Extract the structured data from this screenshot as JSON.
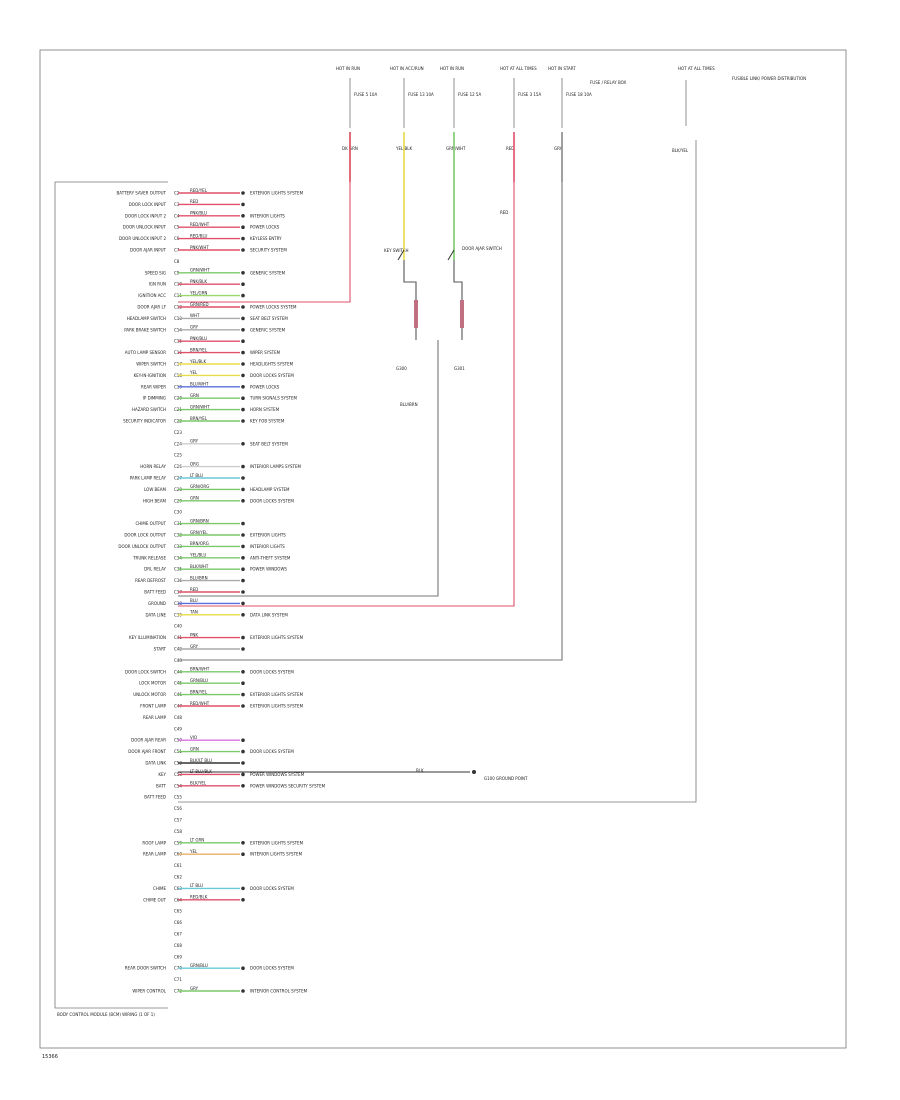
{
  "diagram": {
    "module_caption": "BODY CONTROL MODULE (BCM) WIRING (1 OF 1)",
    "footer_code": "15366",
    "battery_caption": "HOT AT ALL TIMES",
    "battery_fuse_note": "FUSIBLE LINK/ POWER DISTRIBUTION",
    "battery_wire": "BLK/YEL",
    "fuse_headers": [
      {
        "label": "HOT IN RUN",
        "fuse": "FUSE 5 10A",
        "wire_color": "DK GRN",
        "wire_hex": "#d84a5a"
      },
      {
        "label": "HOT IN ACC/RUN",
        "fuse": "FUSE 13 10A",
        "wire_color": "YEL/BLK",
        "wire_hex": "#e8dc4a"
      },
      {
        "label": "HOT IN RUN",
        "fuse": "FUSE 12 5A",
        "wire_color": "GRN/WHT",
        "wire_hex": "#7ac86a"
      },
      {
        "label": "HOT AT ALL TIMES",
        "fuse": "FUSE 3 15A",
        "wire_color": "RED",
        "wire_hex": "#e0506a"
      },
      {
        "label": "HOT IN START",
        "fuse": "FUSE 18 10A",
        "wire_color": "GRY",
        "wire_hex": "#888888"
      }
    ],
    "fuse_note": "FUSE / RELAY BOX",
    "switch_labels": [
      "KEY SWITCH",
      "DOOR AJAR SWITCH"
    ],
    "ground_labels": [
      "G300",
      "G301"
    ],
    "mid_wire": "BLU/BRN",
    "mid_wire_right": "RED",
    "bus_label": "BLK",
    "ground_node": "G100 GROUND POINT",
    "rows": [
      {
        "pin": "C2",
        "label": "BATTERY SAVER OUTPUT",
        "wire": "RED/YEL",
        "hex": "#e0506a",
        "system": "EXTERIOR LIGHTS SYSTEM"
      },
      {
        "pin": "C3",
        "label": "DOOR LOCK INPUT",
        "wire": "RED",
        "hex": "#e0506a",
        "system": ""
      },
      {
        "pin": "C4",
        "label": "DOOR LOCK INPUT 2",
        "wire": "PNK/BLU",
        "hex": "#e0506a",
        "system": "INTERIOR LIGHTS"
      },
      {
        "pin": "C5",
        "label": "DOOR UNLOCK INPUT",
        "wire": "RED/WHT",
        "hex": "#e0506a",
        "system": "POWER LOCKS"
      },
      {
        "pin": "C6",
        "label": "DOOR UNLOCK INPUT 2",
        "wire": "RED/BLU",
        "hex": "#e0506a",
        "system": "KEYLESS ENTRY"
      },
      {
        "pin": "C7",
        "label": "DOOR AJAR INPUT",
        "wire": "PNK/WHT",
        "hex": "#e0506a",
        "system": "SECURITY SYSTEM"
      },
      {
        "pin": "C8",
        "label": "",
        "wire": "",
        "hex": "",
        "system": ""
      },
      {
        "pin": "C9",
        "label": "SPEED SIG",
        "wire": "GRN/WHT",
        "hex": "#7ac86a",
        "system": "GENERIC SYSTEM"
      },
      {
        "pin": "C10",
        "label": "IGN RUN",
        "wire": "PNK/BLK",
        "hex": "#e0506a",
        "system": ""
      },
      {
        "pin": "C11",
        "label": "IGNITION ACC",
        "wire": "YEL/GRN",
        "hex": "#9ad86a",
        "system": ""
      },
      {
        "pin": "C12",
        "label": "DOOR AJAR LF",
        "wire": "GRN/RED",
        "hex": "#e0506a",
        "system": "POWER LOCKS SYSTEM"
      },
      {
        "pin": "C13",
        "label": "HEADLAMP SWITCH",
        "wire": "WHT",
        "hex": "#aaaaaa",
        "system": "SEAT BELT SYSTEM"
      },
      {
        "pin": "C14",
        "label": "PARK BRAKE SWITCH",
        "wire": "GRY",
        "hex": "#aaaaaa",
        "system": "GENERIC SYSTEM"
      },
      {
        "pin": "C15",
        "label": "",
        "wire": "PNK/BLU",
        "hex": "#e0506a",
        "system": ""
      },
      {
        "pin": "C16",
        "label": "AUTO LAMP SENSOR",
        "wire": "BRN/YEL",
        "hex": "#e0506a",
        "system": "WIPER SYSTEM"
      },
      {
        "pin": "C17",
        "label": "WIPER SWITCH",
        "wire": "YEL/BLK",
        "hex": "#e8dc4a",
        "system": "HEADLIGHTS SYSTEM"
      },
      {
        "pin": "C18",
        "label": "KEY-IN-IGNITION",
        "wire": "YEL",
        "hex": "#e8dc4a",
        "system": "DOOR LOCKS SYSTEM"
      },
      {
        "pin": "C19",
        "label": "REAR WIPER",
        "wire": "BLU/WHT",
        "hex": "#5a6ee0",
        "system": "POWER LOCKS"
      },
      {
        "pin": "C20",
        "label": "IP DIMMING",
        "wire": "GRN",
        "hex": "#7ac86a",
        "system": "TURN SIGNALS SYSTEM"
      },
      {
        "pin": "C21",
        "label": "HAZARD SWITCH",
        "wire": "GRN/WHT",
        "hex": "#7ac86a",
        "system": "HORN SYSTEM"
      },
      {
        "pin": "C22",
        "label": "SECURITY INDICATOR",
        "wire": "BRN/YEL",
        "hex": "#7ac86a",
        "system": "KEY FOB SYSTEM"
      },
      {
        "pin": "C23",
        "label": "",
        "wire": "",
        "hex": "",
        "system": ""
      },
      {
        "pin": "C24",
        "label": "",
        "wire": "GRY",
        "hex": "#cccccc",
        "system": "SEAT BELT SYSTEM"
      },
      {
        "pin": "C25",
        "label": "",
        "wire": "",
        "hex": "",
        "system": ""
      },
      {
        "pin": "C26",
        "label": "HORN RELAY",
        "wire": "ORG",
        "hex": "#cccccc",
        "system": "INTERIOR LAMPS SYSTEM"
      },
      {
        "pin": "C27",
        "label": "PARK LAMP RELAY",
        "wire": "LT BLU",
        "hex": "#6ac8d8",
        "system": ""
      },
      {
        "pin": "C28",
        "label": "LOW BEAM",
        "wire": "GRN/ORG",
        "hex": "#7ac86a",
        "system": "HEADLAMP SYSTEM"
      },
      {
        "pin": "C29",
        "label": "HIGH BEAM",
        "wire": "GRN",
        "hex": "#7ac86a",
        "system": "DOOR LOCKS SYSTEM"
      },
      {
        "pin": "C30",
        "label": "",
        "wire": "",
        "hex": "",
        "system": ""
      },
      {
        "pin": "C31",
        "label": "CHIME OUTPUT",
        "wire": "GRN/BRN",
        "hex": "#7ac86a",
        "system": ""
      },
      {
        "pin": "C32",
        "label": "DOOR LOCK OUTPUT",
        "wire": "GRN/YEL",
        "hex": "#7ac86a",
        "system": "EXTERIOR LIGHTS"
      },
      {
        "pin": "C33",
        "label": "DOOR UNLOCK OUTPUT",
        "wire": "BRN/ORG",
        "hex": "#7ac86a",
        "system": "INTERIOR LIGHTS"
      },
      {
        "pin": "C34",
        "label": "TRUNK RELEASE",
        "wire": "YEL/BLU",
        "hex": "#7ac86a",
        "system": "ANTI-THEFT SYSTEM"
      },
      {
        "pin": "C35",
        "label": "DRL RELAY",
        "wire": "BLK/WHT",
        "hex": "#7ac86a",
        "system": "POWER WINDOWS"
      },
      {
        "pin": "C36",
        "label": "REAR DEFROST",
        "wire": "BLU/BRN",
        "hex": "#aaaaaa",
        "system": ""
      },
      {
        "pin": "C37",
        "label": "BATT FEED",
        "wire": "RED",
        "hex": "#e0506a",
        "system": ""
      },
      {
        "pin": "C38",
        "label": "GROUND",
        "wire": "BLU",
        "hex": "#5a6ee0",
        "system": ""
      },
      {
        "pin": "C39",
        "label": "DATA LINE",
        "wire": "TAN",
        "hex": "#e8dc4a",
        "system": "DATA LINK SYSTEM"
      },
      {
        "pin": "C40",
        "label": "",
        "wire": "",
        "hex": "",
        "system": ""
      },
      {
        "pin": "C41",
        "label": "KEY ILLUMINATION",
        "wire": "PNK",
        "hex": "#e0506a",
        "system": "EXTERIOR LIGHTS SYSTEM"
      },
      {
        "pin": "C42",
        "label": "START",
        "wire": "GRY",
        "hex": "#aaaaaa",
        "system": ""
      },
      {
        "pin": "C43",
        "label": "",
        "wire": "",
        "hex": "",
        "system": ""
      },
      {
        "pin": "C44",
        "label": "DOOR LOCK SWITCH",
        "wire": "BRN/WHT",
        "hex": "#7ac86a",
        "system": "DOOR LOCKS SYSTEM"
      },
      {
        "pin": "C45",
        "label": "LOCK MOTOR",
        "wire": "GRN/BLU",
        "hex": "#7ac86a",
        "system": ""
      },
      {
        "pin": "C46",
        "label": "UNLOCK MOTOR",
        "wire": "BRN/YEL",
        "hex": "#7ac86a",
        "system": "EXTERIOR LIGHTS SYSTEM"
      },
      {
        "pin": "C47",
        "label": "FRONT LAMP",
        "wire": "RED/WHT",
        "hex": "#e0506a",
        "system": "EXTERIOR LIGHTS SYSTEM"
      },
      {
        "pin": "C48",
        "label": "REAR LAMP",
        "wire": "",
        "hex": "",
        "system": ""
      },
      {
        "pin": "C49",
        "label": "",
        "wire": "",
        "hex": "",
        "system": ""
      },
      {
        "pin": "C50",
        "label": "DOOR AJAR REAR",
        "wire": "VIO",
        "hex": "#d870e0",
        "system": ""
      },
      {
        "pin": "C51",
        "label": "DOOR AJAR FRONT",
        "wire": "GRN",
        "hex": "#7ac86a",
        "system": "DOOR LOCKS SYSTEM"
      },
      {
        "pin": "C52",
        "label": "DATA LINK",
        "wire": "BLK/LT BLU",
        "hex": "#333333",
        "system": ""
      },
      {
        "pin": "C53",
        "label": "KEY",
        "wire": "LT BLU/BLK",
        "hex": "#e0506a",
        "system": "POWER WINDOWS SYSTEM"
      },
      {
        "pin": "C54",
        "label": "BATT",
        "wire": "BLK/YEL",
        "hex": "#e0506a",
        "system": "POWER WINDOWS SECURITY SYSTEM"
      },
      {
        "pin": "C55",
        "label": "BATT FEED",
        "wire": "",
        "hex": "",
        "system": ""
      },
      {
        "pin": "C56",
        "label": "",
        "wire": "",
        "hex": "",
        "system": ""
      },
      {
        "pin": "C57",
        "label": "",
        "wire": "",
        "hex": "",
        "system": ""
      },
      {
        "pin": "C58",
        "label": "",
        "wire": "",
        "hex": "",
        "system": ""
      },
      {
        "pin": "C59",
        "label": "ROOF LAMP",
        "wire": "LT GRN",
        "hex": "#7ac86a",
        "system": "EXTERIOR LIGHTS SYSTEM"
      },
      {
        "pin": "C60",
        "label": "REAR LAMP",
        "wire": "YEL",
        "hex": "#e8b06a",
        "system": "INTERIOR LIGHTS SYSTEM"
      },
      {
        "pin": "C61",
        "label": "",
        "wire": "",
        "hex": "",
        "system": ""
      },
      {
        "pin": "C62",
        "label": "",
        "wire": "",
        "hex": "",
        "system": ""
      },
      {
        "pin": "C63",
        "label": "CHIME",
        "wire": "LT BLU",
        "hex": "#6ac8d8",
        "system": "DOOR LOCKS SYSTEM"
      },
      {
        "pin": "C64",
        "label": "CHIME OUT",
        "wire": "RED/BLK",
        "hex": "#e0506a",
        "system": ""
      },
      {
        "pin": "C65",
        "label": "",
        "wire": "",
        "hex": "",
        "system": ""
      },
      {
        "pin": "C66",
        "label": "",
        "wire": "",
        "hex": "",
        "system": ""
      },
      {
        "pin": "C67",
        "label": "",
        "wire": "",
        "hex": "",
        "system": ""
      },
      {
        "pin": "C68",
        "label": "",
        "wire": "",
        "hex": "",
        "system": ""
      },
      {
        "pin": "C69",
        "label": "",
        "wire": "",
        "hex": "",
        "system": ""
      },
      {
        "pin": "C70",
        "label": "REAR DOOR SWITCH",
        "wire": "GRN/BLU",
        "hex": "#6ac8d8",
        "system": "DOOR LOCKS SYSTEM"
      },
      {
        "pin": "C71",
        "label": "",
        "wire": "",
        "hex": "",
        "system": ""
      },
      {
        "pin": "C72",
        "label": "WIPER CONTROL",
        "wire": "GRY",
        "hex": "#7ac86a",
        "system": "INTERIOR CONTROL SYSTEM"
      }
    ]
  }
}
